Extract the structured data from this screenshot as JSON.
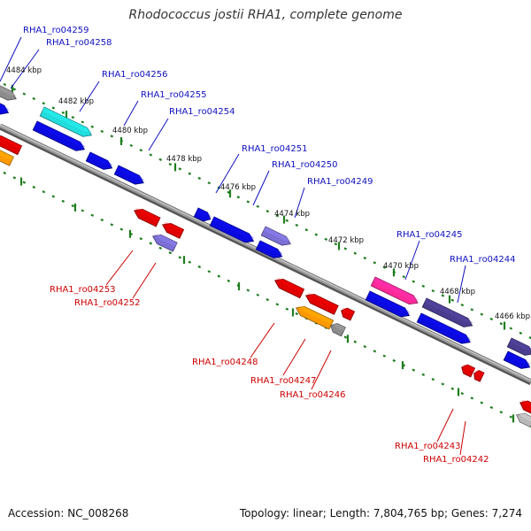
{
  "header": {
    "title": "Rhodococcus jostii RHA1, complete genome"
  },
  "footer": {
    "accession": "Accession: NC_008268",
    "summary": "Topology: linear; Length: 7,804,765 bp; Genes: 7,274"
  },
  "colors": {
    "backbone": "#8a8a8a",
    "tick": "#1e7d1e",
    "forward_label": "#1010c0",
    "reverse_label": "#cc0000"
  },
  "scale": {
    "unit": "kbp",
    "tick_labels": [
      "4484 kbp",
      "4482 kbp",
      "4480 kbp",
      "4478 kbp",
      "4476 kbp",
      "4474 kbp",
      "4472 kbp",
      "4470 kbp",
      "4468 kbp",
      "4466 kbp"
    ]
  },
  "genes": {
    "forward_labels": [
      "RHA1_ro04259",
      "RHA1_ro04258",
      "RHA1_ro04256",
      "RHA1_ro04255",
      "RHA1_ro04254",
      "RHA1_ro04251",
      "RHA1_ro04250",
      "RHA1_ro04249",
      "RHA1_ro04245",
      "RHA1_ro04244"
    ],
    "reverse_labels": [
      "RHA1_ro04253",
      "RHA1_ro04252",
      "RHA1_ro04248",
      "RHA1_ro04247",
      "RHA1_ro04246",
      "RHA1_ro04243",
      "RHA1_ro04242"
    ],
    "feature_colors": [
      "#8c8c8c",
      "#22dddd",
      "#0a0ae0",
      "#7b6fd6",
      "#ff2a9a",
      "#4a3d8f",
      "#e00000",
      "#ff9900",
      "#b8b8b8"
    ]
  }
}
